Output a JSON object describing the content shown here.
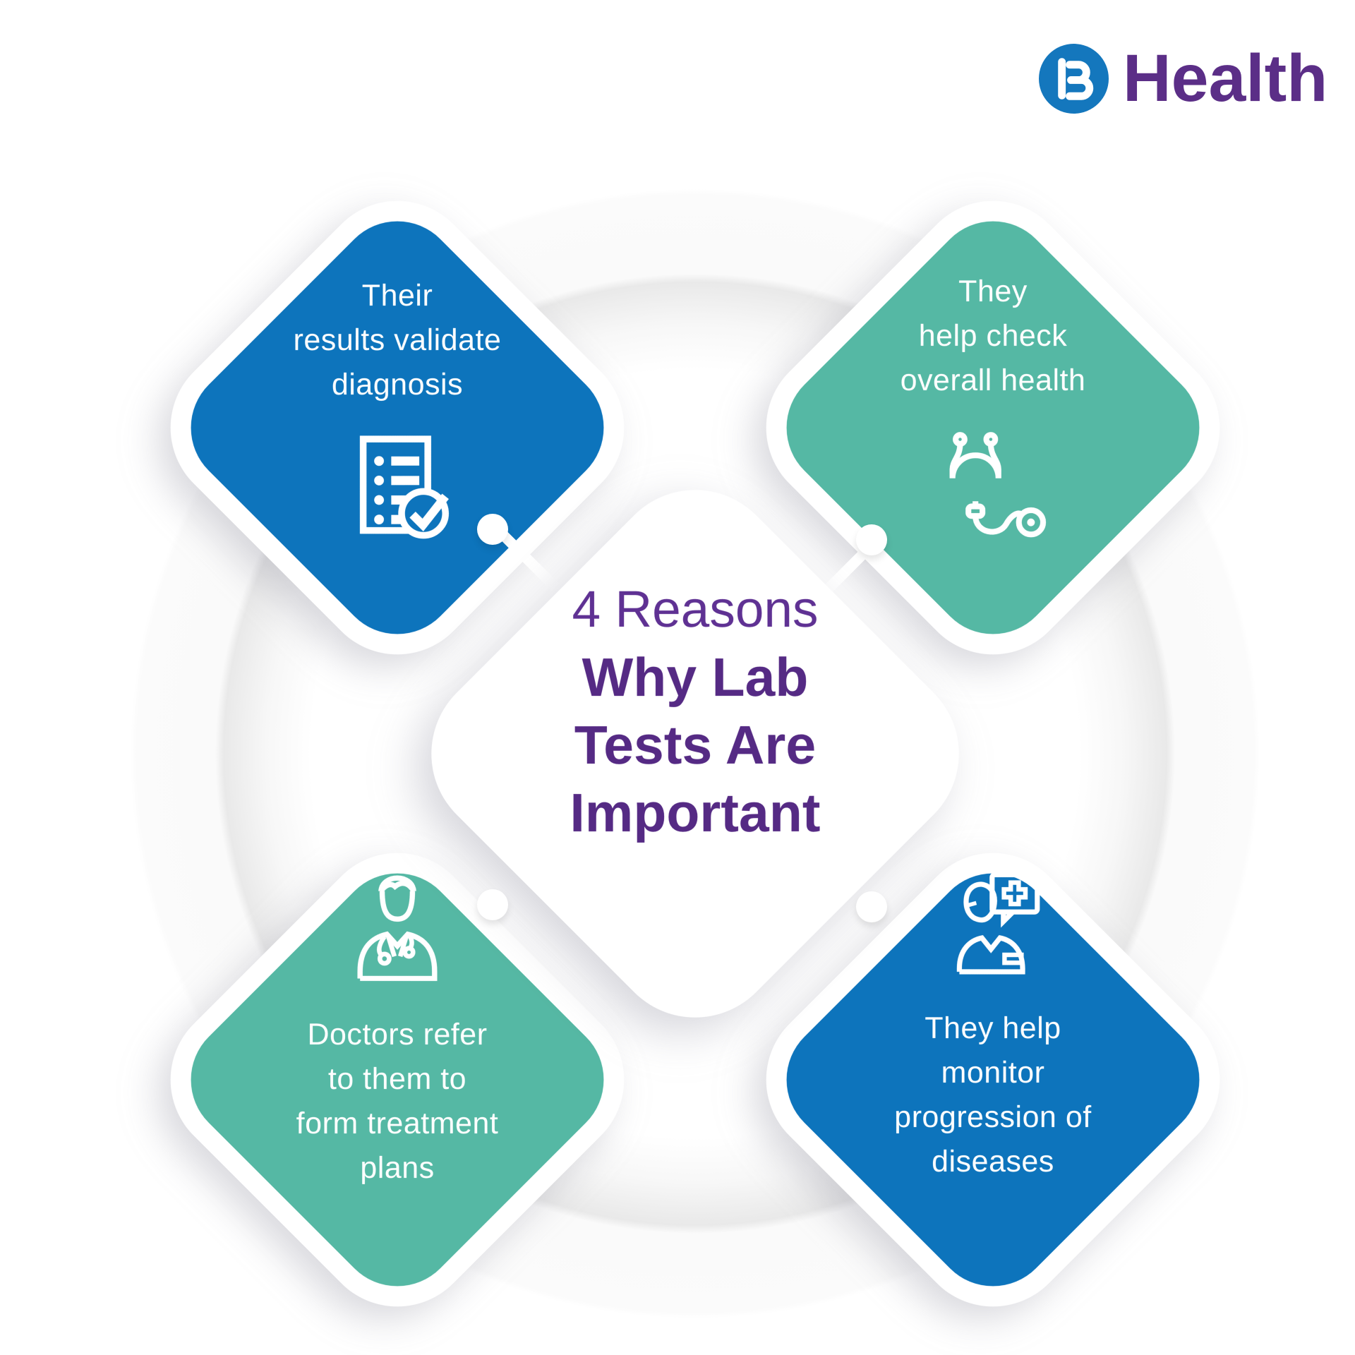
{
  "logo": {
    "text": "Health",
    "mark": "B",
    "mark_color": "#1477bd",
    "text_color": "#5b2e87"
  },
  "center": {
    "line1": "4 Reasons",
    "line2": "Why Lab",
    "line3": "Tests Are",
    "line4": "Important",
    "text_color": "#552a84"
  },
  "cards": {
    "top_left": {
      "color": "#0d74bc",
      "icon": "checklist-check-icon",
      "lines": [
        "Their",
        "results validate",
        "diagnosis"
      ]
    },
    "top_right": {
      "color": "#55b8a4",
      "icon": "stethoscope-icon",
      "lines": [
        "They",
        "help check",
        "overall health"
      ]
    },
    "bottom_left": {
      "color": "#55b8a4",
      "icon": "doctor-icon",
      "lines": [
        "Doctors refer",
        "to them to",
        "form treatment",
        "plans"
      ]
    },
    "bottom_right": {
      "color": "#0d74bc",
      "icon": "doctor-consultation-icon",
      "lines": [
        "They help",
        "monitor",
        "progression of",
        "diseases"
      ]
    }
  }
}
